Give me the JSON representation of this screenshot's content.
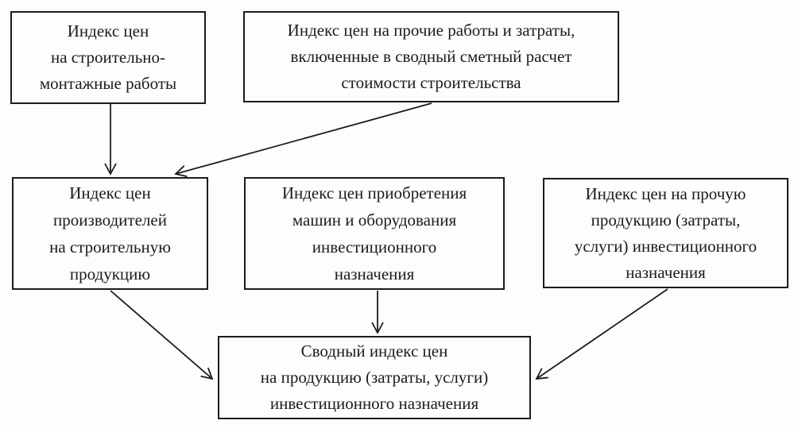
{
  "diagram": {
    "colors": {
      "background": "#fdfdfd",
      "line": "#1c1c1c",
      "text": "#1c1c1c"
    },
    "boxes": {
      "smr": {
        "lines": [
          "Индекс цен",
          "на строительно-",
          "монтажные работы"
        ]
      },
      "other_works": {
        "lines": [
          "Индекс цен на прочие работы и затраты,",
          "включенные в сводный сметный расчет",
          "стоимости строительства"
        ]
      },
      "producers": {
        "lines": [
          "Индекс цен",
          "производителей",
          "на строительную",
          "продукцию"
        ]
      },
      "machinery": {
        "lines": [
          "Индекс цен приобретения",
          "машин и оборудования",
          "инвестиционного",
          "назначения"
        ]
      },
      "other_products": {
        "lines": [
          "Индекс цен на прочую",
          "продукцию (затраты,",
          "услуги) инвестиционного",
          "назначения"
        ]
      },
      "composite": {
        "lines": [
          "Сводный индекс цен",
          "на продукцию (затраты, услуги)",
          "инвестиционного назначения"
        ]
      }
    },
    "arrows": [
      {
        "from": "smr",
        "to": "producers"
      },
      {
        "from": "other_works",
        "to": "producers"
      },
      {
        "from": "producers",
        "to": "composite"
      },
      {
        "from": "machinery",
        "to": "composite"
      },
      {
        "from": "other_products",
        "to": "composite"
      }
    ]
  }
}
